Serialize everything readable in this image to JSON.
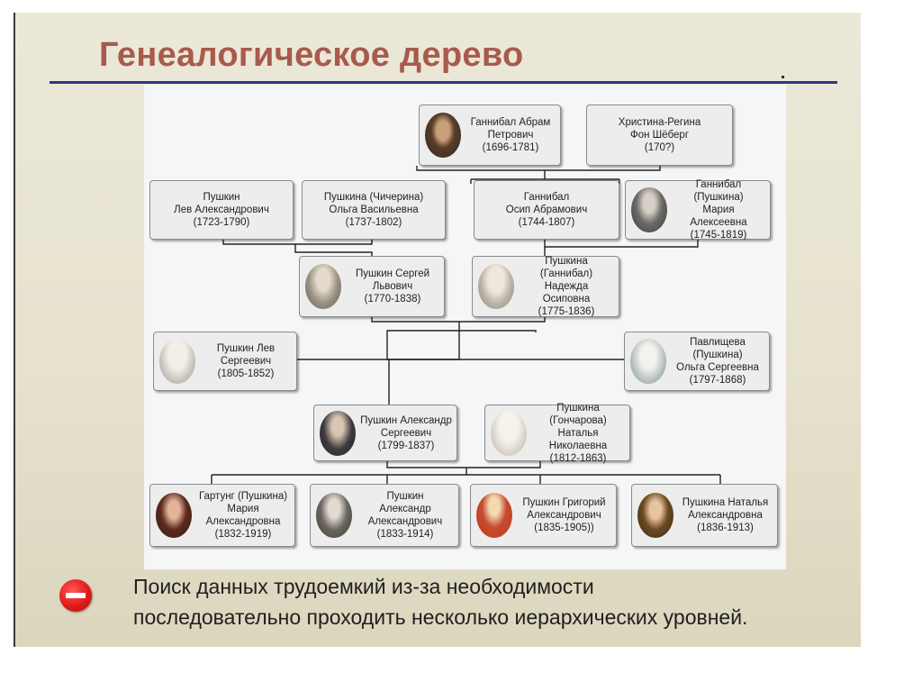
{
  "slide": {
    "title": "Генеалогическое дерево",
    "note_text": "Поиск данных трудоемкий из-за необходимости\nпоследовательно проходить несколько иерархических уровней.",
    "note_icon": "no-entry-icon"
  },
  "tree": {
    "people": [
      {
        "id": "gannibal-abram",
        "text": "Ганнибал Абрам\nПетрович\n(1696-1781)",
        "portrait": true
      },
      {
        "id": "christina-regina",
        "text": "Христина-Регина\nФон Шёберг\n(170?)",
        "portrait": false
      },
      {
        "id": "pushkin-lev-aleksandrovich",
        "text": "Пушкин\nЛев Александрович\n(1723-1790)",
        "portrait": false
      },
      {
        "id": "pushkina-chicherina",
        "text": "Пушкина (Чичерина)\nОльга Васильевна\n(1737-1802)",
        "portrait": false
      },
      {
        "id": "gannibal-osip",
        "text": "Ганнибал\nОсип Абрамович\n(1744-1807)",
        "portrait": false
      },
      {
        "id": "gannibal-pushkina-maria",
        "text": "Ганнибал (Пушкина)\nМария\nАлексеевна\n(1745-1819)",
        "portrait": true
      },
      {
        "id": "pushkin-sergey",
        "text": "Пушкин Сергей\nЛьвович\n(1770-1838)",
        "portrait": true
      },
      {
        "id": "pushkina-gannibal-nadezhda",
        "text": "Пушкина (Ганнибал)\nНадежда\nОсиповна\n(1775-1836)",
        "portrait": true
      },
      {
        "id": "pushkin-lev-sergeevich",
        "text": "Пушкин Лев\nСергеевич\n(1805-1852)",
        "portrait": true
      },
      {
        "id": "pavlishcheva-olga",
        "text": "Павлищева (Пушкина)\nОльга Сергеевна\n(1797-1868)",
        "portrait": true
      },
      {
        "id": "pushkin-aleksandr-sergeevich",
        "text": "Пушкин Александр\nСергеевич\n(1799-1837)",
        "portrait": true
      },
      {
        "id": "pushkina-goncharova",
        "text": "Пушкина (Гончарова)\nНаталья\nНиколаевна\n(1812-1863)",
        "portrait": true
      },
      {
        "id": "gartung-maria",
        "text": "Гартунг (Пушкина)\nМария\nАлександровна\n(1832-1919)",
        "portrait": true
      },
      {
        "id": "pushkin-aleksandr-aleksandrovich",
        "text": "Пушкин\nАлександр\nАлександрович\n(1833-1914)",
        "portrait": true
      },
      {
        "id": "pushkin-grigoriy",
        "text": "Пушкин Григорий\nАлександрович\n(1835-1905))",
        "portrait": true
      },
      {
        "id": "pushkina-natalya",
        "text": "Пушкина Наталья\nАлександровна\n(1836-1913)",
        "portrait": true
      }
    ]
  },
  "colors": {
    "title": "#a85a4c",
    "rule": "#2b3a86",
    "no_entry": "#e01b1b"
  }
}
